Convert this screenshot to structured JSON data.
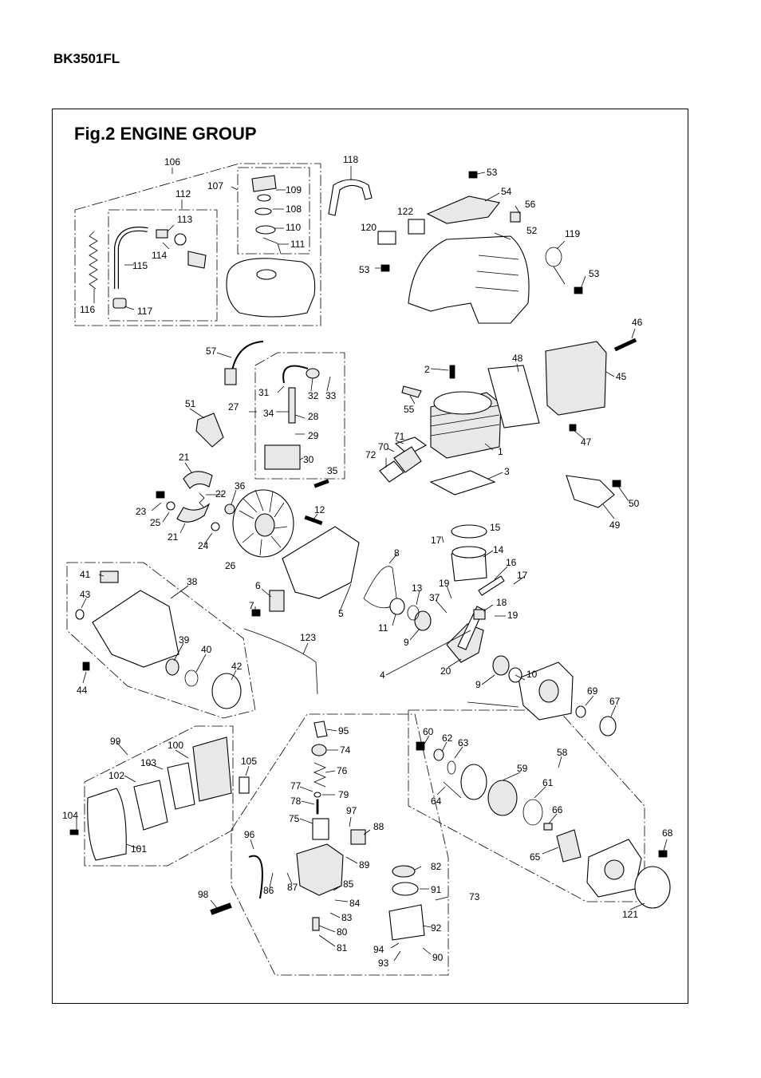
{
  "header": {
    "model": "BK3501FL"
  },
  "figure": {
    "title": "Fig.2  ENGINE GROUP"
  },
  "labels": {
    "n1": "1",
    "n2": "2",
    "n3": "3",
    "n4": "4",
    "n5": "5",
    "n6": "6",
    "n7": "7",
    "n8": "8",
    "n9a": "9",
    "n9b": "9",
    "n10": "10",
    "n11": "11",
    "n12": "12",
    "n13": "13",
    "n14": "14",
    "n15": "15",
    "n16": "16",
    "n17a": "17",
    "n17b": "17",
    "n18": "18",
    "n19a": "19",
    "n19b": "19",
    "n20": "20",
    "n21a": "21",
    "n21b": "21",
    "n22": "22",
    "n23": "23",
    "n24": "24",
    "n25": "25",
    "n26": "26",
    "n27": "27",
    "n28": "28",
    "n29": "29",
    "n30": "30",
    "n31": "31",
    "n32": "32",
    "n33": "33",
    "n34": "34",
    "n35": "35",
    "n36": "36",
    "n37": "37",
    "n38": "38",
    "n39": "39",
    "n40": "40",
    "n41": "41",
    "n42": "42",
    "n43": "43",
    "n44": "44",
    "n45": "45",
    "n46": "46",
    "n47": "47",
    "n48": "48",
    "n49": "49",
    "n50": "50",
    "n51": "51",
    "n52": "52",
    "n53a": "53",
    "n53b": "53",
    "n53c": "53",
    "n54": "54",
    "n55": "55",
    "n56": "56",
    "n57": "57",
    "n58": "58",
    "n59": "59",
    "n60": "60",
    "n61": "61",
    "n62": "62",
    "n63": "63",
    "n64": "64",
    "n65": "65",
    "n66": "66",
    "n67": "67",
    "n68": "68",
    "n69": "69",
    "n70": "70",
    "n71": "71",
    "n72": "72",
    "n73": "73",
    "n74": "74",
    "n75": "75",
    "n76": "76",
    "n77": "77",
    "n78": "78",
    "n79": "79",
    "n80": "80",
    "n81": "81",
    "n82": "82",
    "n83": "83",
    "n84": "84",
    "n85": "85",
    "n86": "86",
    "n87": "87",
    "n88": "88",
    "n89": "89",
    "n90": "90",
    "n91": "91",
    "n92": "92",
    "n93": "93",
    "n94": "94",
    "n95": "95",
    "n96": "96",
    "n97": "97",
    "n98": "98",
    "n99": "99",
    "n100": "100",
    "n101": "101",
    "n102": "102",
    "n103": "103",
    "n104": "104",
    "n105": "105",
    "n106": "106",
    "n107": "107",
    "n108": "108",
    "n109": "109",
    "n110": "110",
    "n111": "111",
    "n112": "112",
    "n113": "113",
    "n114": "114",
    "n115": "115",
    "n116": "116",
    "n117": "117",
    "n118": "118",
    "n119": "119",
    "n120": "120",
    "n121": "121",
    "n122": "122",
    "n123": "123"
  }
}
